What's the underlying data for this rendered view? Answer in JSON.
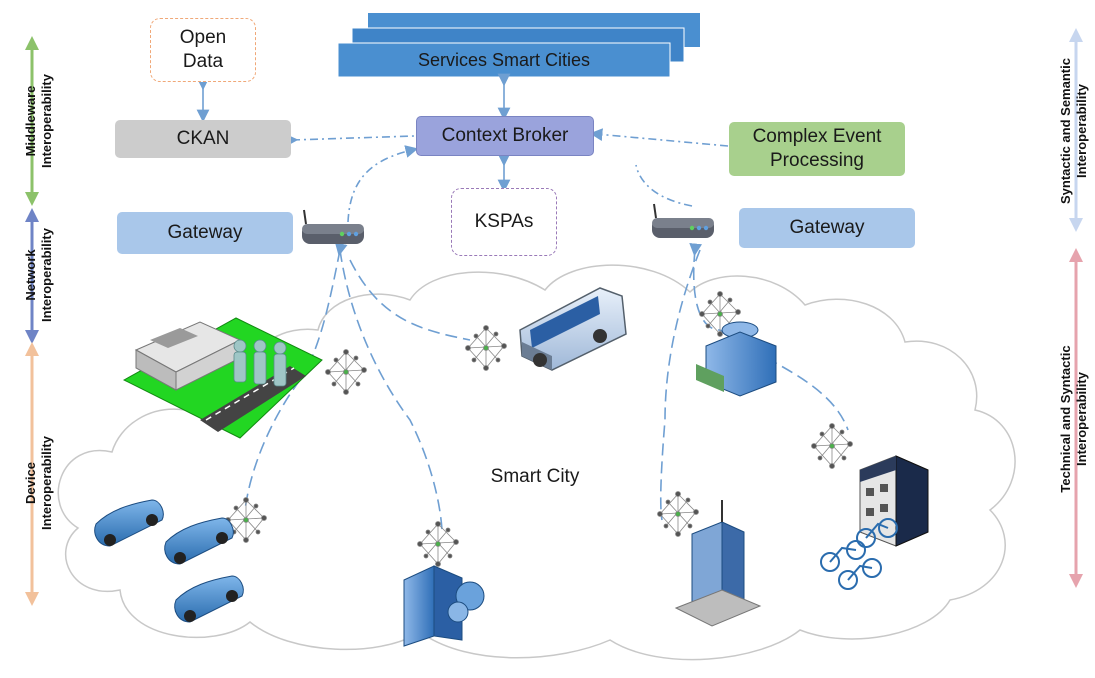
{
  "services": {
    "label": "Services Smart Cities"
  },
  "open_data": {
    "line1": "Open",
    "line2": "Data"
  },
  "ckan": {
    "label": "CKAN"
  },
  "context_broker": {
    "label": "Context Broker"
  },
  "cep": {
    "line1": "Complex Event",
    "line2": "Processing"
  },
  "kspas": {
    "label": "KSPAs"
  },
  "gateway_left": {
    "label": "Gateway"
  },
  "gateway_right": {
    "label": "Gateway"
  },
  "smart_city": {
    "label": "Smart City"
  },
  "left_axis": {
    "middleware": {
      "line1": "Middleware",
      "line2": "Interoperability",
      "color": "#8cc26a"
    },
    "network": {
      "line1": "Network",
      "line2": "Interoperability",
      "color": "#6f84c6"
    },
    "device": {
      "line1": "Device",
      "line2": "Interoperability",
      "color": "#f2c19b"
    }
  },
  "right_axis": {
    "syntactic_semantic": {
      "line1": "Syntactic and Semantic",
      "line2": "Interoperability",
      "color": "#c7d6ef"
    },
    "technical_syntactic": {
      "line1": "Technical and Syntactic",
      "line2": "Interoperability",
      "color": "#e6a3ad"
    }
  },
  "colors": {
    "service_blue": "#4a8fd0",
    "broker": "#9aa3dc",
    "gateway": "#a9c7ea",
    "cep": "#a8d08d",
    "ckan": "#cccccc",
    "connector": "#6f9fd2"
  }
}
